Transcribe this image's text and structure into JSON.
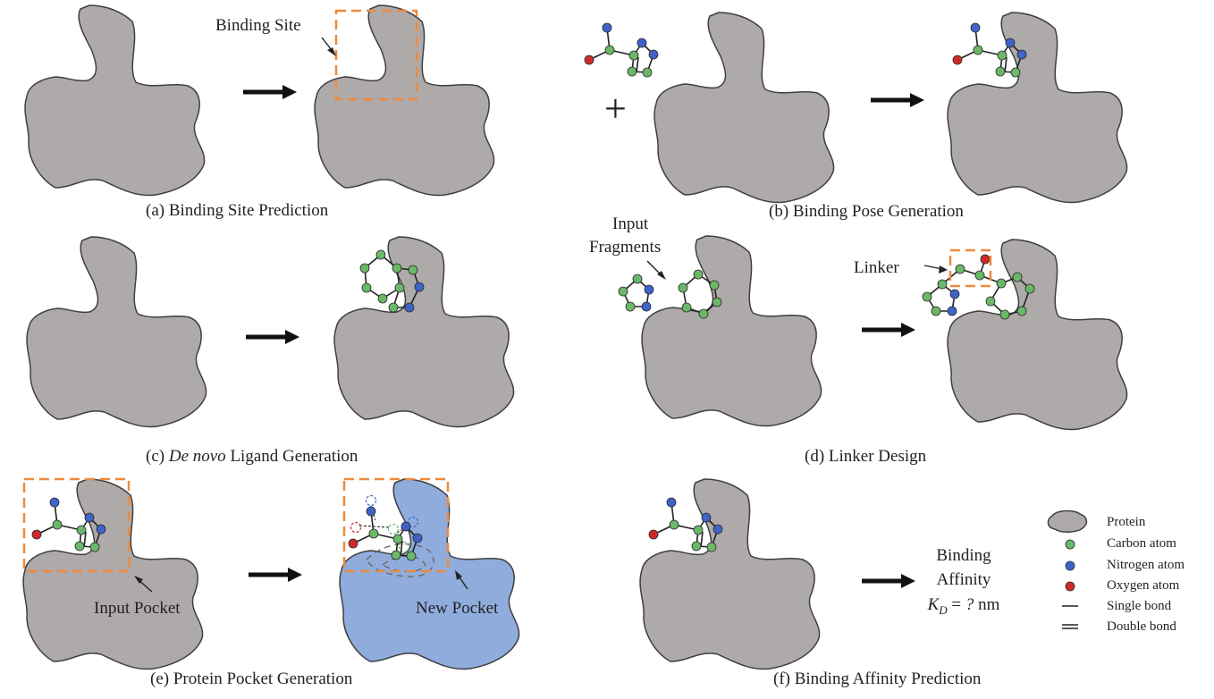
{
  "panels": {
    "a": {
      "caption": "(a) Binding Site Prediction",
      "annotation": "Binding Site"
    },
    "b": {
      "caption": "(b) Binding Pose Generation",
      "plus": "+"
    },
    "c": {
      "caption_prefix": "(c) ",
      "caption_italic": "De novo",
      "caption_suffix": " Ligand Generation"
    },
    "d": {
      "caption": "(d) Linker Design",
      "input_line1": "Input",
      "input_line2": "Fragments",
      "linker": "Linker"
    },
    "e": {
      "caption": "(e) Protein Pocket Generation",
      "input_pocket": "Input Pocket",
      "new_pocket": "New Pocket"
    },
    "f": {
      "caption": "(f) Binding Affinity Prediction",
      "line1": "Binding",
      "line2": "Affinity",
      "kd_symbol": "K",
      "kd_sub": "D",
      "kd_eq": " = ",
      "kd_q": "?",
      "kd_unit": " nm"
    }
  },
  "legend": {
    "protein": "Protein",
    "carbon": "Carbon atom",
    "nitrogen": "Nitrogen atom",
    "oxygen": "Oxygen atom",
    "single": "Single bond",
    "double": "Double bond"
  },
  "colors": {
    "protein": "#aeaaa9",
    "new_protein": "#8facdd",
    "carbon": "#6ab868",
    "nitrogen": "#3f63c8",
    "oxygen": "#cc2a2a",
    "box": "#ee8a3c"
  }
}
